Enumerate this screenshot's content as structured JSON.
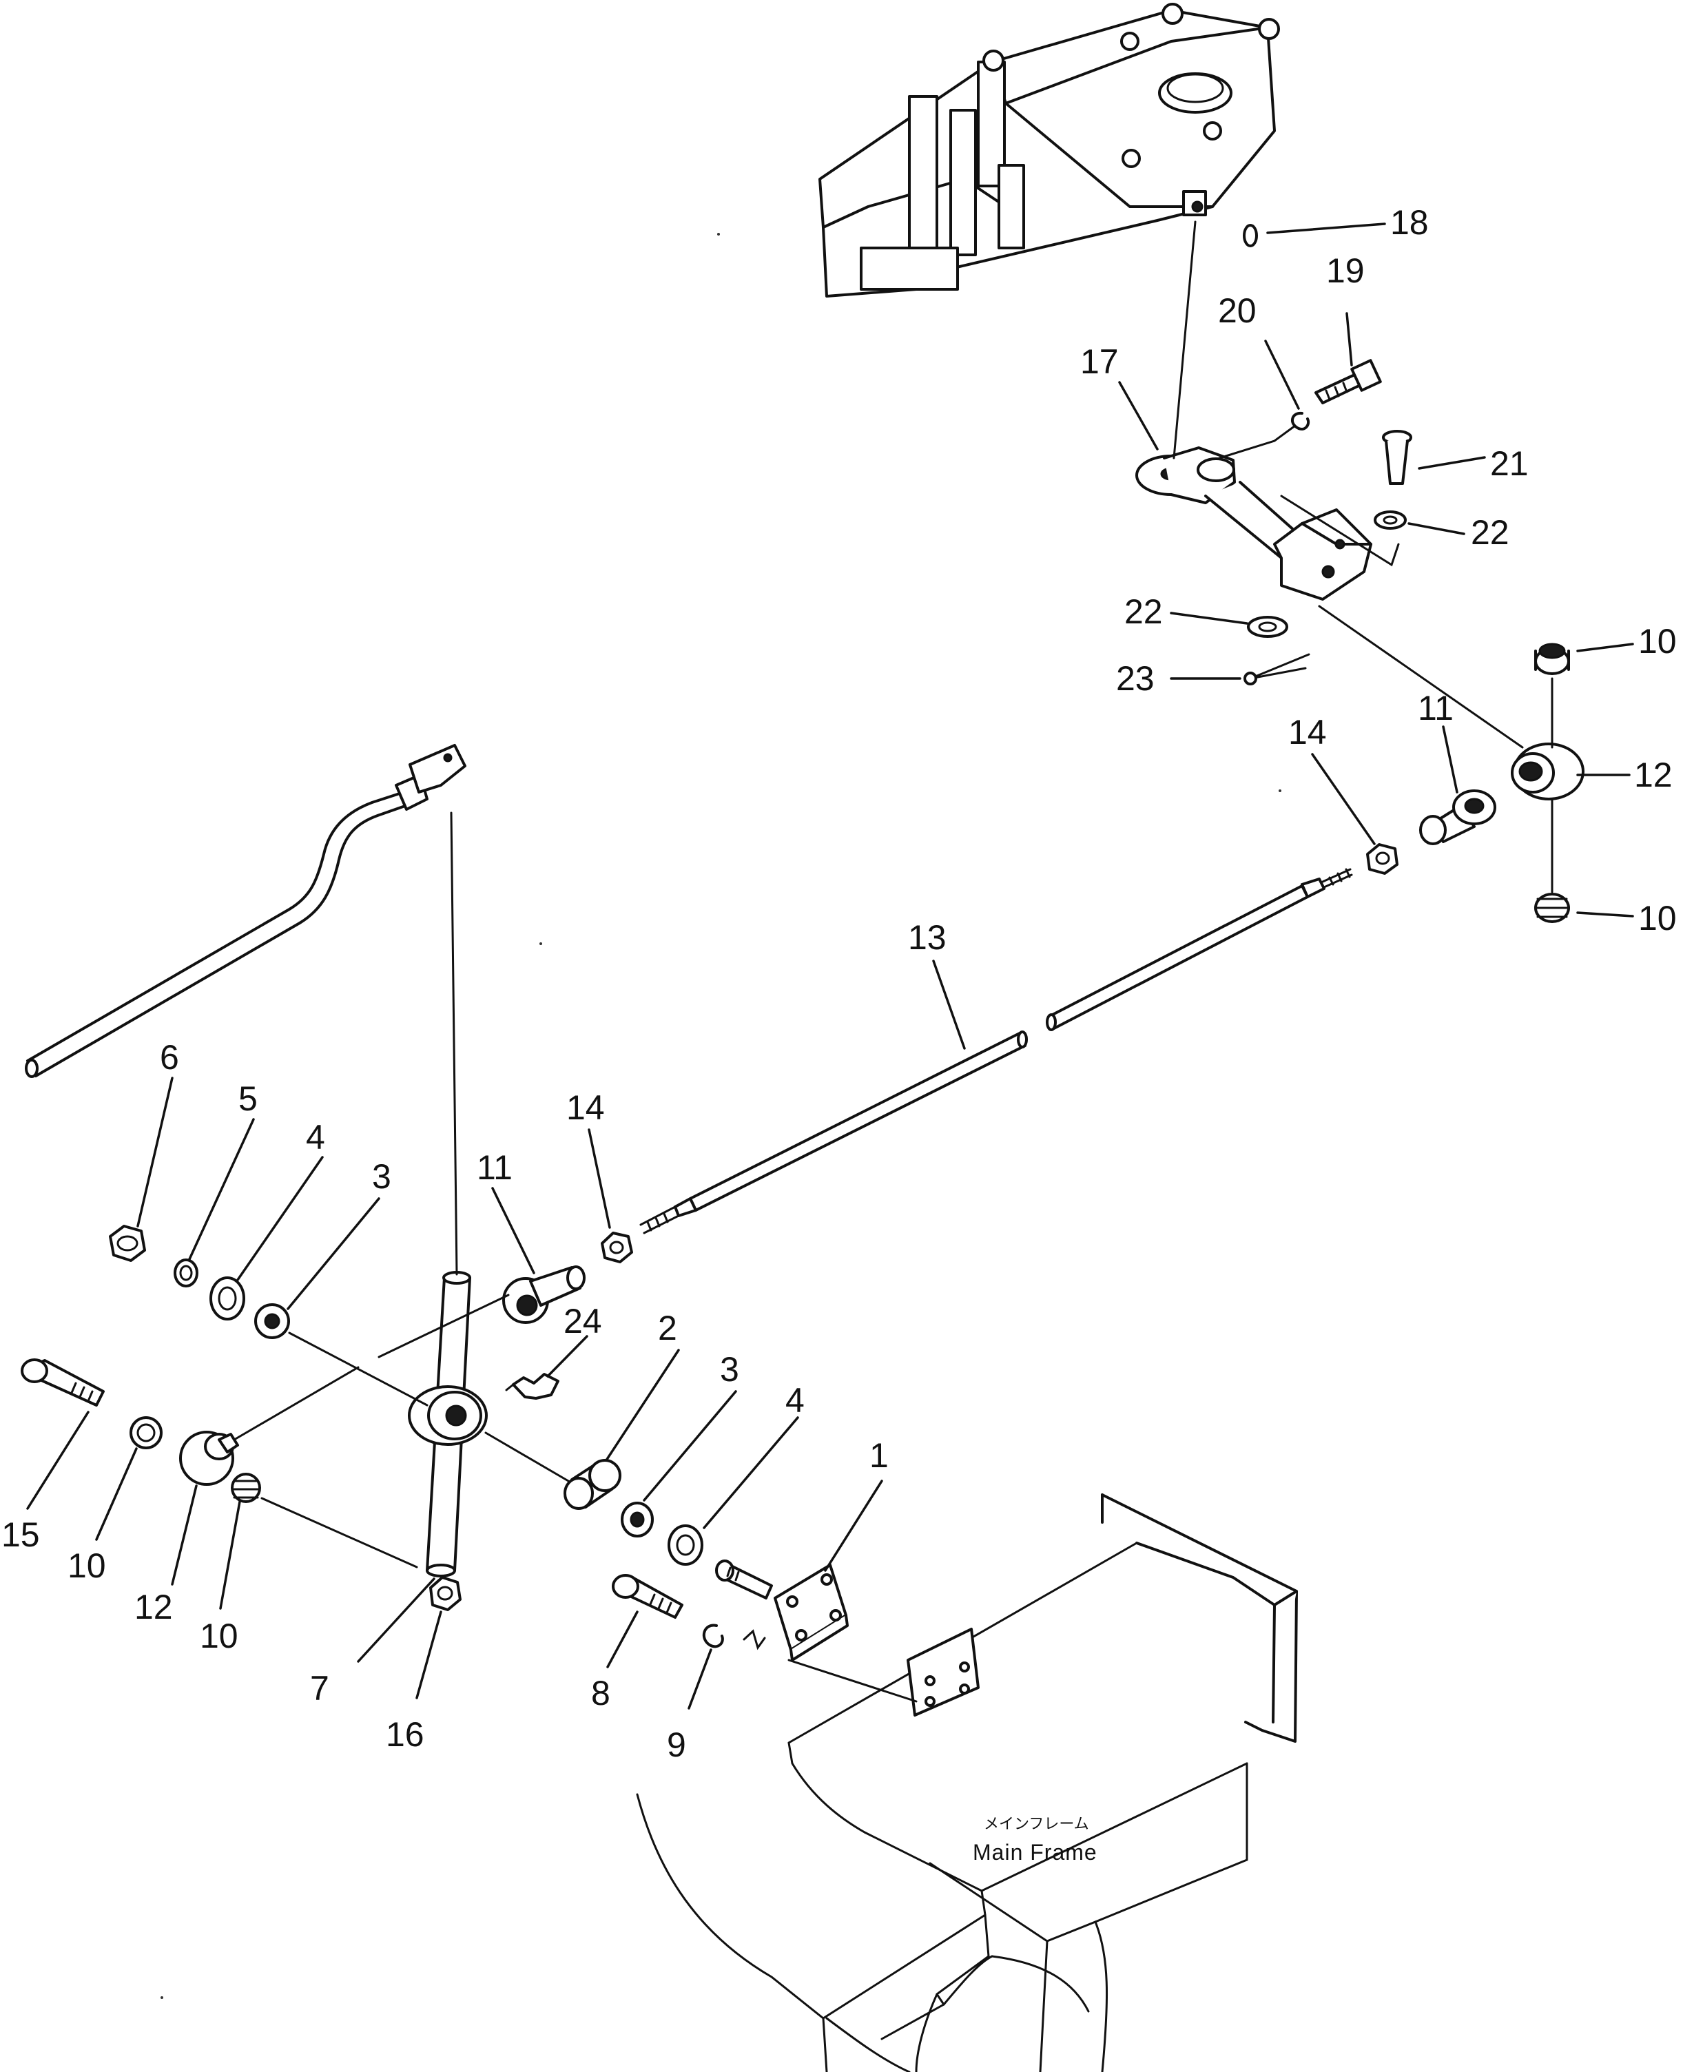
{
  "diagram": {
    "part_labels": [
      {
        "id": "label-1",
        "text": "1"
      },
      {
        "id": "label-2",
        "text": "2"
      },
      {
        "id": "label-3a",
        "text": "3"
      },
      {
        "id": "label-3b",
        "text": "3"
      },
      {
        "id": "label-4a",
        "text": "4"
      },
      {
        "id": "label-4b",
        "text": "4"
      },
      {
        "id": "label-5",
        "text": "5"
      },
      {
        "id": "label-6",
        "text": "6"
      },
      {
        "id": "label-7",
        "text": "7"
      },
      {
        "id": "label-8",
        "text": "8"
      },
      {
        "id": "label-9",
        "text": "9"
      },
      {
        "id": "label-10a",
        "text": "10"
      },
      {
        "id": "label-10b",
        "text": "10"
      },
      {
        "id": "label-10c",
        "text": "10"
      },
      {
        "id": "label-10d",
        "text": "10"
      },
      {
        "id": "label-11a",
        "text": "11"
      },
      {
        "id": "label-11b",
        "text": "11"
      },
      {
        "id": "label-12a",
        "text": "12"
      },
      {
        "id": "label-12b",
        "text": "12"
      },
      {
        "id": "label-13",
        "text": "13"
      },
      {
        "id": "label-14a",
        "text": "14"
      },
      {
        "id": "label-14b",
        "text": "14"
      },
      {
        "id": "label-15",
        "text": "15"
      },
      {
        "id": "label-16",
        "text": "16"
      },
      {
        "id": "label-17",
        "text": "17"
      },
      {
        "id": "label-18",
        "text": "18"
      },
      {
        "id": "label-19",
        "text": "19"
      },
      {
        "id": "label-20",
        "text": "20"
      },
      {
        "id": "label-21",
        "text": "21"
      },
      {
        "id": "label-22a",
        "text": "22"
      },
      {
        "id": "label-22b",
        "text": "22"
      },
      {
        "id": "label-23",
        "text": "23"
      },
      {
        "id": "label-24",
        "text": "24"
      }
    ],
    "main_frame_label": {
      "japanese": "メインフレーム",
      "english": "Main  Frame"
    }
  }
}
